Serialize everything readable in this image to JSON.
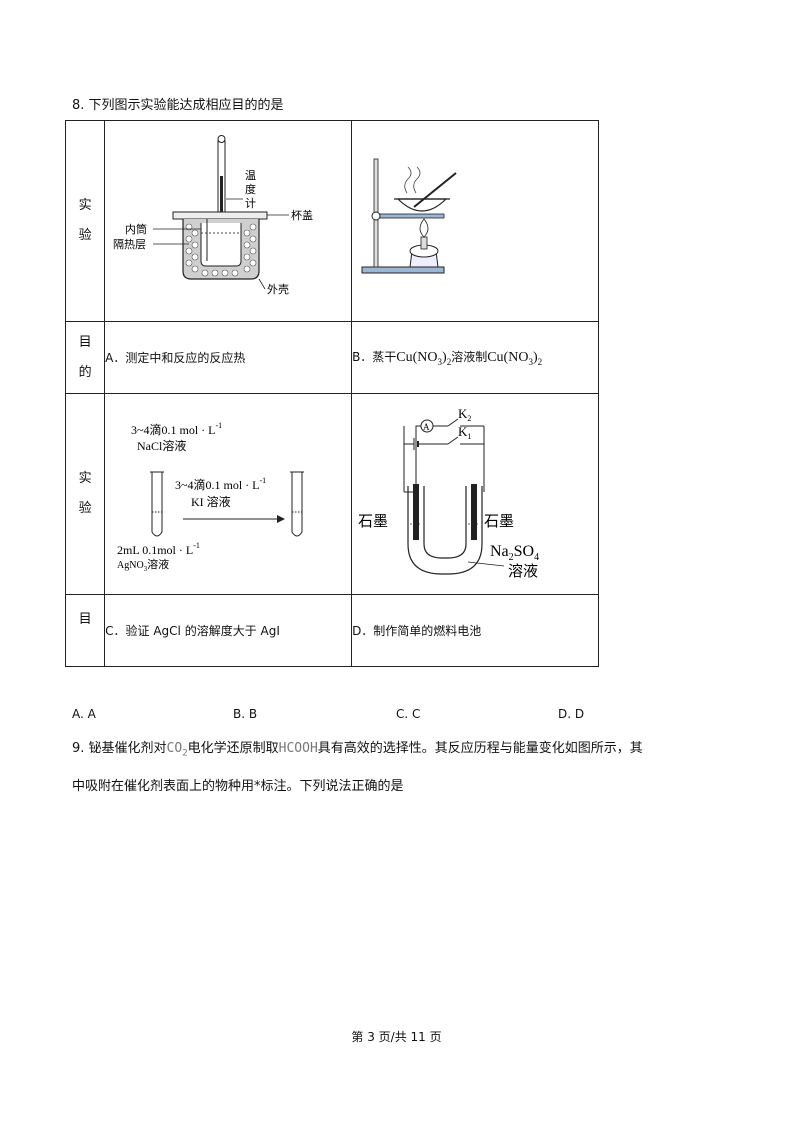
{
  "q8": {
    "title": "8. 下列图示实验能达成相应目的的是",
    "row_label_experiment": [
      "实",
      "验"
    ],
    "row_label_purpose": [
      "目",
      "的"
    ],
    "row_label_purpose2": [
      "目"
    ],
    "fig_a": {
      "thermometer": [
        "温",
        "度",
        "计"
      ],
      "lid": "杯盖",
      "inner": "内筒",
      "insulation": "隔热层",
      "shell": "外壳"
    },
    "purpose_a": "A．测定中和反应的反应热",
    "purpose_b_prefix": "B．蒸干",
    "purpose_b_formula": "Cu(NO",
    "purpose_b_sub1": "3",
    "purpose_b_close": ")",
    "purpose_b_sub2": "2",
    "purpose_b_mid": "溶液制",
    "fig_c": {
      "drops1": "3~4滴0.1 mol · L",
      "drops1_sup": "-1",
      "nacl": "NaCl溶液",
      "drops2": "3~4滴0.1 mol · L",
      "drops2_sup": "-1",
      "ki": "KI 溶液",
      "agno3_conc": "2mL 0.1mol · L",
      "agno3_sup": "-1",
      "agno3": "AgNO",
      "agno3_sub": "3",
      "agno3_tail": "溶液"
    },
    "fig_d": {
      "k2": "K",
      "k2_sub": "2",
      "k1": "K",
      "k1_sub": "1",
      "ammeter": "A",
      "graphite_left": "石墨",
      "graphite_right": "石墨",
      "solution": "Na",
      "sol_sub1": "2",
      "sol_mid": "SO",
      "sol_sub2": "4",
      "solution_tail": "溶液"
    },
    "purpose_c": "C．验证 AgCl 的溶解度大于 AgI",
    "purpose_d": "D．制作简单的燃料电池",
    "options": [
      "A. A",
      "B. B",
      "C. C",
      "D. D"
    ]
  },
  "q9": {
    "line1_a": "9. 铋基催化剂对",
    "co2": "CO",
    "co2_sub": "2",
    "line1_b": "电化学还原制取",
    "hcooh": "HCOOH",
    "line1_c": "具有高效的选择性。其反应历程与能量变化如图所示，其",
    "line2": "中吸附在催化剂表面上的物种用*标注。下列说法正确的是"
  },
  "footer": "第 3 页/共 11 页"
}
